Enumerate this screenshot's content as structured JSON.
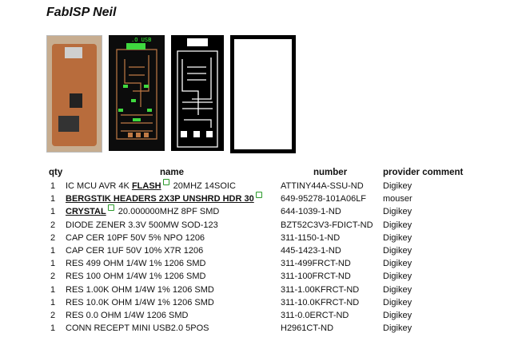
{
  "page": {
    "title": "FabISP Neil"
  },
  "thumbnails": [
    {
      "name": "board-photo",
      "label": ""
    },
    {
      "name": "board-layout",
      "label": ".O USB"
    },
    {
      "name": "board-traces",
      "label": ""
    },
    {
      "name": "board-outline",
      "label": ""
    }
  ],
  "table": {
    "headers": {
      "qty": "qty",
      "name": "name",
      "number": "number",
      "provider": "provider comment"
    },
    "rows": [
      {
        "qty": "1",
        "name_pre": "IC MCU AVR 4K ",
        "link": "FLASH",
        "name_post": " 20MHZ 14SOIC",
        "number": "ATTINY44A-SSU-ND",
        "provider": "Digikey"
      },
      {
        "qty": "1",
        "name_pre": "",
        "link": "BERGSTIK HEADERS 2X3P UNSHRD HDR 30",
        "name_post": "",
        "number": "649-95278-101A06LF",
        "provider": "mouser"
      },
      {
        "qty": "1",
        "name_pre": "",
        "link": "CRYSTAL",
        "name_post": " 20.000000MHZ 8PF SMD",
        "number": "644-1039-1-ND",
        "provider": "Digikey"
      },
      {
        "qty": "2",
        "name_pre": "DIODE ZENER 3.3V 500MW SOD-123",
        "link": "",
        "name_post": "",
        "number": "BZT52C3V3-FDICT-ND",
        "provider": "Digikey"
      },
      {
        "qty": "2",
        "name_pre": "CAP CER 10PF 50V 5% NPO 1206",
        "link": "",
        "name_post": "",
        "number": "311-1150-1-ND",
        "provider": "Digikey"
      },
      {
        "qty": "1",
        "name_pre": "CAP CER 1UF 50V 10% X7R 1206",
        "link": "",
        "name_post": "",
        "number": "445-1423-1-ND",
        "provider": "Digikey"
      },
      {
        "qty": "1",
        "name_pre": "RES 499 OHM 1/4W 1% 1206 SMD",
        "link": "",
        "name_post": "",
        "number": "311-499FRCT-ND",
        "provider": "Digikey"
      },
      {
        "qty": "2",
        "name_pre": "RES 100 OHM 1/4W 1% 1206 SMD",
        "link": "",
        "name_post": "",
        "number": "311-100FRCT-ND",
        "provider": "Digikey"
      },
      {
        "qty": "1",
        "name_pre": "RES 1.00K OHM 1/4W 1% 1206 SMD",
        "link": "",
        "name_post": "",
        "number": "311-1.00KFRCT-ND",
        "provider": "Digikey"
      },
      {
        "qty": "1",
        "name_pre": "RES 10.0K OHM 1/4W 1% 1206 SMD",
        "link": "",
        "name_post": "",
        "number": "311-10.0KFRCT-ND",
        "provider": "Digikey"
      },
      {
        "qty": "2",
        "name_pre": "RES 0.0 OHM 1/4W 1206 SMD",
        "link": "",
        "name_post": "",
        "number": "311-0.0ERCT-ND",
        "provider": "Digikey"
      },
      {
        "qty": "1",
        "name_pre": "CONN RECEPT MINI USB2.0 5POS",
        "link": "",
        "name_post": "",
        "number": "H2961CT-ND",
        "provider": "Digikey"
      }
    ]
  },
  "colors": {
    "link_icon": "#2a9a2a",
    "pcb_copper": "#c07a45",
    "pcb_layout_trace": "#3fd93f"
  }
}
